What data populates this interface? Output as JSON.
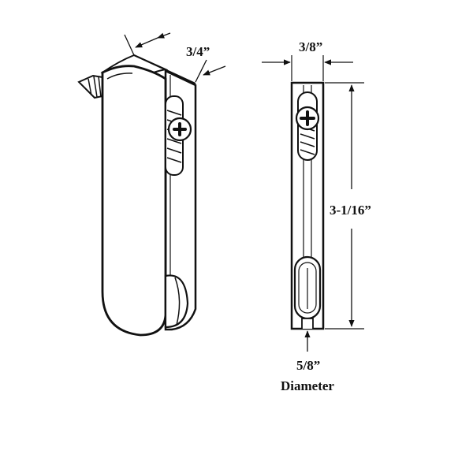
{
  "dimensions": {
    "depth": "3/4”",
    "width": "3/8”",
    "height": "3-1/16”",
    "wheel_size": "5/8”",
    "wheel_caption": "Diameter"
  },
  "colors": {
    "line": "#111111",
    "background": "#ffffff"
  }
}
